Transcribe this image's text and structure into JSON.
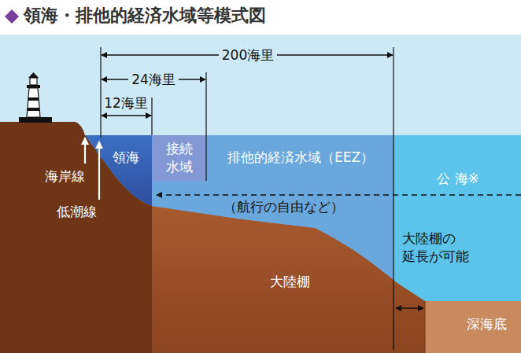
{
  "diagram": {
    "title": "領海・排他的経済水域等模式図",
    "labels": [
      "200海里",
      "24海里",
      "12海里",
      "領海",
      "接続 水域",
      "排他的経済水域（EEZ）",
      "海岸線",
      "公 海※",
      "低潮線",
      "（航行の自由など）",
      "大陸棚の 延長が可能",
      "大陸棚",
      "深海底"
    ]
  }
}
